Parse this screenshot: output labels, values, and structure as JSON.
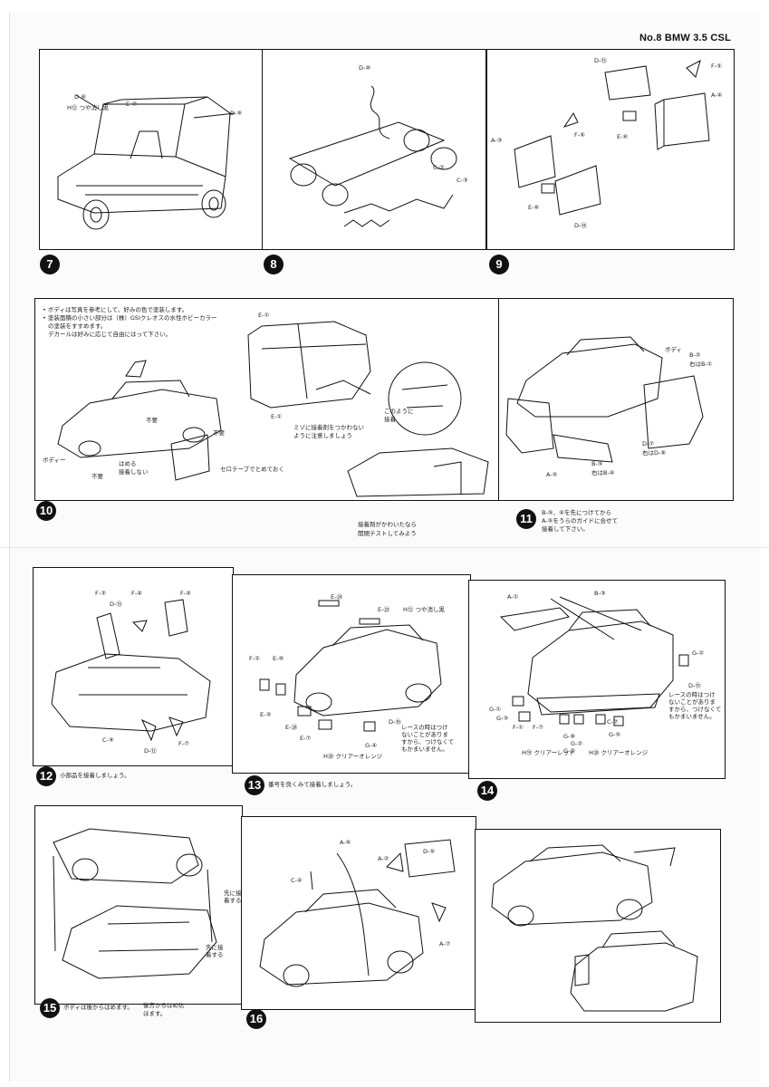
{
  "header": {
    "title": "No.8 BMW 3.5 CSL"
  },
  "steps": [
    {
      "number": "7",
      "labels": [
        "D-⑥",
        "H⑫ つや消し黒",
        "E-⑦",
        "D-⑨"
      ]
    },
    {
      "number": "8",
      "labels": [
        "D-⑩",
        "C-②",
        "C-③"
      ]
    },
    {
      "number": "9",
      "labels": [
        "D-⑬",
        "F-⑤",
        "A-④",
        "E-⑥",
        "A-③",
        "F-⑥",
        "E-⑥",
        "D-⑭"
      ]
    },
    {
      "number": "10",
      "notes": [
        "• ボディは写真を参考にして、好みの色で塗装します。",
        "• 塗装面積の小さい部分は（株）GSIクレオスの水性ホビーカラー",
        "の塗装をすすめます。",
        "デカールは好みに応じて自由にはって下さい。"
      ],
      "labels": [
        "E-①",
        "E-①",
        "このように",
        "接着",
        "ミゾに接着剤をつかわない",
        "ように注意しましょう",
        "不要",
        "不要",
        "ボディー",
        "不要",
        "はめる",
        "接着しない",
        "セロテープでとめておく",
        "接着剤がかわいたなら",
        "開閉テストしてみよう"
      ]
    },
    {
      "number": "11",
      "labels": [
        "ボディ",
        "B-②",
        "右はB-①",
        "D-⑦",
        "右はD-⑧",
        "B-⑤",
        "右はB-④",
        "A-⑤"
      ],
      "notes": [
        "B-⑤、④を先につけてから",
        "A-⑤をうらのガイドに合せて",
        "接着して下さい。"
      ]
    },
    {
      "number": "12",
      "labels": [
        "F-③",
        "D-⑬",
        "F-④",
        "F-④",
        "C-⑨",
        "D-⑫",
        "F-⑦"
      ],
      "notes": [
        "小部品を接着しましょう。"
      ]
    },
    {
      "number": "13",
      "labels": [
        "E-㉔",
        "E-㉓",
        "H⑫ つや消し黒",
        "F-②",
        "E-⑨",
        "E-③",
        "E-⑳",
        "E-⑦",
        "D-⑯",
        "G-④",
        "H⑳ クリアーオレンジ",
        "レースの時はつけ",
        "ないことがありま",
        "すから、つけなくて",
        "もかまいません。"
      ],
      "notes": [
        "番号を良くみて接着しましょう。"
      ]
    },
    {
      "number": "14",
      "labels": [
        "A-①",
        "B-③",
        "G-②",
        "D-⑮",
        "レースの時はつけ",
        "ないことがありま",
        "すから、つけなくて",
        "もかまいません。",
        "G-①",
        "G-③",
        "F-①",
        "F-⑦",
        "G-⑧",
        "C-⑦",
        "G-②",
        "H⑲ クリアーレッド",
        "H⑳ クリアーオレンジ",
        "G-②",
        "G-⑤"
      ]
    },
    {
      "number": "15",
      "labels": [
        "先に接",
        "着する",
        "先に接",
        "着する"
      ],
      "notes": [
        "ボディは後からはめます。",
        "後方からはめ込",
        "ほます。"
      ]
    },
    {
      "number": "16",
      "labels": [
        "A-⑥",
        "A-②",
        "D-⑤",
        "C-④",
        "A-⑦"
      ]
    }
  ]
}
